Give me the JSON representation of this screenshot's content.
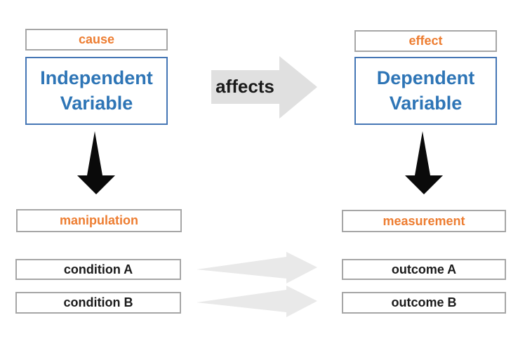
{
  "colors": {
    "accent_orange": "#ED7D31",
    "accent_blue": "#2E75B6",
    "blue_border": "#4576B5",
    "gray_border": "#A6A6A6",
    "text_black": "#1A1A1A",
    "arrow_black": "#0A0A0A",
    "arrow_gray": "#E0E0E0",
    "arrow_light_gray": "#E9E9E9"
  },
  "left_column": {
    "cause_label": "cause",
    "variable_label": "Independent Variable",
    "manipulation_label": "manipulation",
    "condition_a_label": "condition A",
    "condition_b_label": "condition B"
  },
  "center": {
    "affects_label": "affects"
  },
  "right_column": {
    "effect_label": "effect",
    "variable_label": "Dependent Variable",
    "measurement_label": "measurement",
    "outcome_a_label": "outcome A",
    "outcome_b_label": "outcome B"
  },
  "icons": {
    "affects_arrow": "right-block-arrow",
    "down_arrow_left": "down-tapered-arrow",
    "down_arrow_right": "down-tapered-arrow",
    "condition_a_arrow": "right-tapered-arrow",
    "condition_b_arrow": "right-tapered-arrow"
  }
}
